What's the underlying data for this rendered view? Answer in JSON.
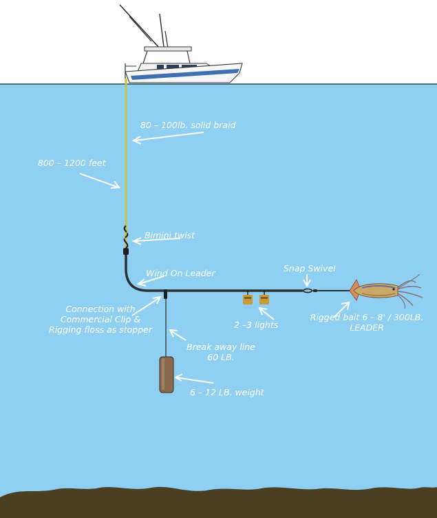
{
  "colors": {
    "sky": "#ffffff",
    "water": "#8fd0f2",
    "seabed": "#4a3f20",
    "line_main": "#c9c24a",
    "line_leader": "#2a2f33",
    "arrow": "#ffffff",
    "label": "#ffffff",
    "weight": "#8a6a4c",
    "light": "#c89a3a",
    "boat_stripe": "#3f6fb0"
  },
  "icons": {
    "boat": "sportfishing-boat-icon",
    "weight": "sinker-weight-icon",
    "lights": "lure-lights-icon",
    "bait": "squid-bait-icon",
    "swivel": "snap-swivel-icon",
    "knot": "bimini-twist-knot-icon"
  },
  "labels": {
    "braid": "80 – 100lb.  solid braid",
    "depth": "800 – 1200 feet",
    "bimini": "Bimini twist",
    "wind_on": "Wind On Leader",
    "snap_swivel": "Snap Swivel",
    "connection": [
      "Connection with",
      "Commercial Clip &",
      "Rigging floss as stopper"
    ],
    "lights": "2 –3 lights",
    "rigged_bait": [
      "Rigged bait 6 – 8' / 300LB.",
      "LEADER"
    ],
    "break_away": [
      "Break away line",
      "60 LB."
    ],
    "weight": "6 – 12 LB. weight"
  }
}
